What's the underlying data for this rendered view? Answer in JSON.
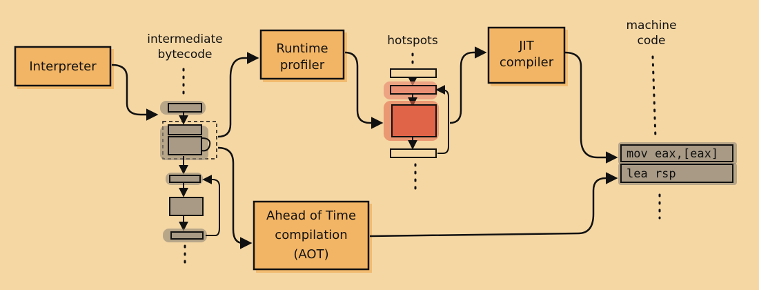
{
  "nodes": {
    "interpreter": "Interpreter",
    "runtime_profiler": [
      "Runtime",
      "profiler"
    ],
    "jit_compiler": [
      "JIT",
      "compiler"
    ],
    "aot": [
      "Ahead of Time",
      "compilation",
      "(AOT)"
    ]
  },
  "captions": {
    "intermediate_bytecode": [
      "intermediate",
      "bytecode"
    ],
    "hotspots": "hotspots",
    "machine_code": [
      "machine",
      "code"
    ]
  },
  "machine_code_lines": [
    "mov eax,[eax]",
    "lea rsp"
  ],
  "colors": {
    "background": "#f5d7a4",
    "box_fill": "#f2b565",
    "box_shadow": "#f0a84c",
    "bytecode_block": "#a89a85",
    "bytecode_shadow": "#8f8678",
    "hotspot": "#e06448",
    "hotspot_light": "#ea8f73"
  }
}
